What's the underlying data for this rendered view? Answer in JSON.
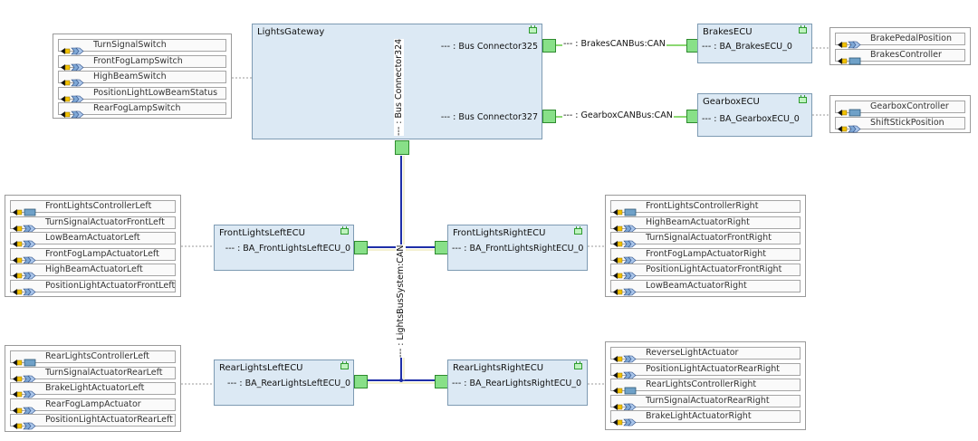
{
  "gateway": {
    "title": "LightsGateway",
    "port325": "--- : Bus Connector325",
    "port327": "--- : Bus Connector327",
    "port324": "--- : Bus Connector324"
  },
  "brakes_ecu": {
    "title": "BrakesECU",
    "port": "--- : BA_BrakesECU_0"
  },
  "gearbox_ecu": {
    "title": "GearboxECU",
    "port": "--- : BA_GearboxECU_0"
  },
  "fl_ecu": {
    "title": "FrontLightsLeftECU",
    "port": "--- : BA_FrontLightsLeftECU_0"
  },
  "fr_ecu": {
    "title": "FrontLightsRightECU",
    "port": "--- : BA_FrontLightsRightECU_0"
  },
  "rl_ecu": {
    "title": "RearLightsLeftECU",
    "port": "--- : BA_RearLightsLeftECU_0"
  },
  "rr_ecu": {
    "title": "RearLightsRightECU",
    "port": "--- : BA_RearLightsRightECU_0"
  },
  "buses": {
    "brakes": "--- : BrakesCANBus:CAN",
    "gearbox": "--- : GearboxCANBus:CAN",
    "lights": "--- : LightsBusSystem:CAN"
  },
  "gateway_components": [
    {
      "label": "TurnSignalSwitch",
      "kind": "function"
    },
    {
      "label": "FrontFogLampSwitch",
      "kind": "function"
    },
    {
      "label": "HighBeamSwitch",
      "kind": "function"
    },
    {
      "label": "PositionLightLowBeamStatus",
      "kind": "function"
    },
    {
      "label": "RearFogLampSwitch",
      "kind": "function"
    }
  ],
  "brakes_components": [
    {
      "label": "BrakePedalPosition",
      "kind": "function"
    },
    {
      "label": "BrakesController",
      "kind": "controller"
    }
  ],
  "gearbox_components": [
    {
      "label": "GearboxController",
      "kind": "controller"
    },
    {
      "label": "ShiftStickPosition",
      "kind": "function"
    }
  ],
  "fl_components": [
    {
      "label": "FrontLightsControllerLeft",
      "kind": "controller"
    },
    {
      "label": "TurnSignalActuatorFrontLeft",
      "kind": "function"
    },
    {
      "label": "LowBeamActuatorLeft",
      "kind": "function"
    },
    {
      "label": "FrontFogLampActuatorLeft",
      "kind": "function"
    },
    {
      "label": "HighBeamActuatorLeft",
      "kind": "function"
    },
    {
      "label": "PositionLightActuatorFrontLeft",
      "kind": "function"
    }
  ],
  "fr_components": [
    {
      "label": "FrontLightsControllerRight",
      "kind": "controller"
    },
    {
      "label": "HighBeamActuatorRight",
      "kind": "function"
    },
    {
      "label": "TurnSignalActuatorFrontRight",
      "kind": "function"
    },
    {
      "label": "FrontFogLampActuatorRight",
      "kind": "function"
    },
    {
      "label": "PositionLightActuatorFrontRight",
      "kind": "function"
    },
    {
      "label": "LowBeamActuatorRight",
      "kind": "function"
    }
  ],
  "rl_components": [
    {
      "label": "RearLightsControllerLeft",
      "kind": "controller"
    },
    {
      "label": "TurnSignalActuatorRearLeft",
      "kind": "function"
    },
    {
      "label": "BrakeLightActuatorLeft",
      "kind": "function"
    },
    {
      "label": "RearFogLampActuator",
      "kind": "function"
    },
    {
      "label": "PositionLightActuatorRearLeft",
      "kind": "function"
    }
  ],
  "rr_components": [
    {
      "label": "ReverseLightActuator",
      "kind": "function"
    },
    {
      "label": "PositionLightActuatorRearRight",
      "kind": "function"
    },
    {
      "label": "RearLightsControllerRight",
      "kind": "controller"
    },
    {
      "label": "TurnSignalActuatorRearRight",
      "kind": "function"
    },
    {
      "label": "BrakeLightActuatorRight",
      "kind": "function"
    }
  ],
  "colors": {
    "ecu_fill": "#dce9f4",
    "port_fill": "#88e088",
    "bus_blue": "#1f2fa8",
    "can_green": "#66cc44"
  }
}
